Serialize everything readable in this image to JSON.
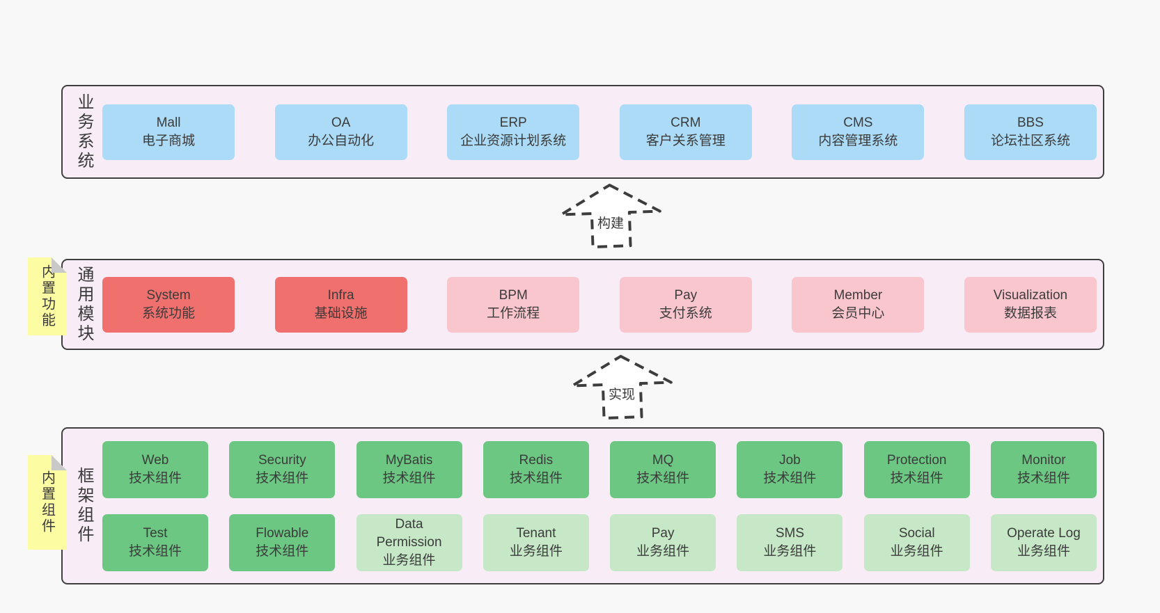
{
  "colors": {
    "page_bg": "#F8F8F8",
    "container_bg": "#F8ECF6",
    "container_border": "#3F3F3F",
    "blue": "#ABDBF7",
    "red": "#F0706E",
    "pink": "#FAC6CE",
    "green": "#6CC783",
    "green_light": "#C6E8C7",
    "sticky_yellow": "#FCFCA3",
    "text": "#3B3B3B"
  },
  "sections": [
    {
      "id": "business-systems",
      "label": "业务系统",
      "rows": [
        [
          {
            "title": "Mall",
            "subtitle": "电子商城",
            "variant": "blue"
          },
          {
            "title": "OA",
            "subtitle": "办公自动化",
            "variant": "blue"
          },
          {
            "title": "ERP",
            "subtitle": "企业资源计划系统",
            "variant": "blue"
          },
          {
            "title": "CRM",
            "subtitle": "客户关系管理",
            "variant": "blue"
          },
          {
            "title": "CMS",
            "subtitle": "内容管理系统",
            "variant": "blue"
          },
          {
            "title": "BBS",
            "subtitle": "论坛社区系统",
            "variant": "blue"
          }
        ]
      ]
    },
    {
      "id": "common-modules",
      "label": "通用模块",
      "sticky": "内置功能",
      "rows": [
        [
          {
            "title": "System",
            "subtitle": "系统功能",
            "variant": "red"
          },
          {
            "title": "Infra",
            "subtitle": "基础设施",
            "variant": "red"
          },
          {
            "title": "BPM",
            "subtitle": "工作流程",
            "variant": "pink"
          },
          {
            "title": "Pay",
            "subtitle": "支付系统",
            "variant": "pink"
          },
          {
            "title": "Member",
            "subtitle": "会员中心",
            "variant": "pink"
          },
          {
            "title": "Visualization",
            "subtitle": "数据报表",
            "variant": "pink"
          }
        ]
      ]
    },
    {
      "id": "framework-components",
      "label": "框架组件",
      "sticky": "内置组件",
      "rows": [
        [
          {
            "title": "Web",
            "subtitle": "技术组件",
            "variant": "green"
          },
          {
            "title": "Security",
            "subtitle": "技术组件",
            "variant": "green"
          },
          {
            "title": "MyBatis",
            "subtitle": "技术组件",
            "variant": "green"
          },
          {
            "title": "Redis",
            "subtitle": "技术组件",
            "variant": "green"
          },
          {
            "title": "MQ",
            "subtitle": "技术组件",
            "variant": "green"
          },
          {
            "title": "Job",
            "subtitle": "技术组件",
            "variant": "green"
          },
          {
            "title": "Protection",
            "subtitle": "技术组件",
            "variant": "green"
          },
          {
            "title": "Monitor",
            "subtitle": "技术组件",
            "variant": "green"
          }
        ],
        [
          {
            "title": "Test",
            "subtitle": "技术组件",
            "variant": "green"
          },
          {
            "title": "Flowable",
            "subtitle": "技术组件",
            "variant": "green"
          },
          {
            "title": "Data Permission",
            "subtitle": "业务组件",
            "variant": "green-light"
          },
          {
            "title": "Tenant",
            "subtitle": "业务组件",
            "variant": "green-light"
          },
          {
            "title": "Pay",
            "subtitle": "业务组件",
            "variant": "green-light"
          },
          {
            "title": "SMS",
            "subtitle": "业务组件",
            "variant": "green-light"
          },
          {
            "title": "Social",
            "subtitle": "业务组件",
            "variant": "green-light"
          },
          {
            "title": "Operate Log",
            "subtitle": "业务组件",
            "variant": "green-light"
          }
        ]
      ]
    }
  ],
  "arrows": [
    {
      "id": "build",
      "label": "构建"
    },
    {
      "id": "implement",
      "label": "实现"
    }
  ]
}
